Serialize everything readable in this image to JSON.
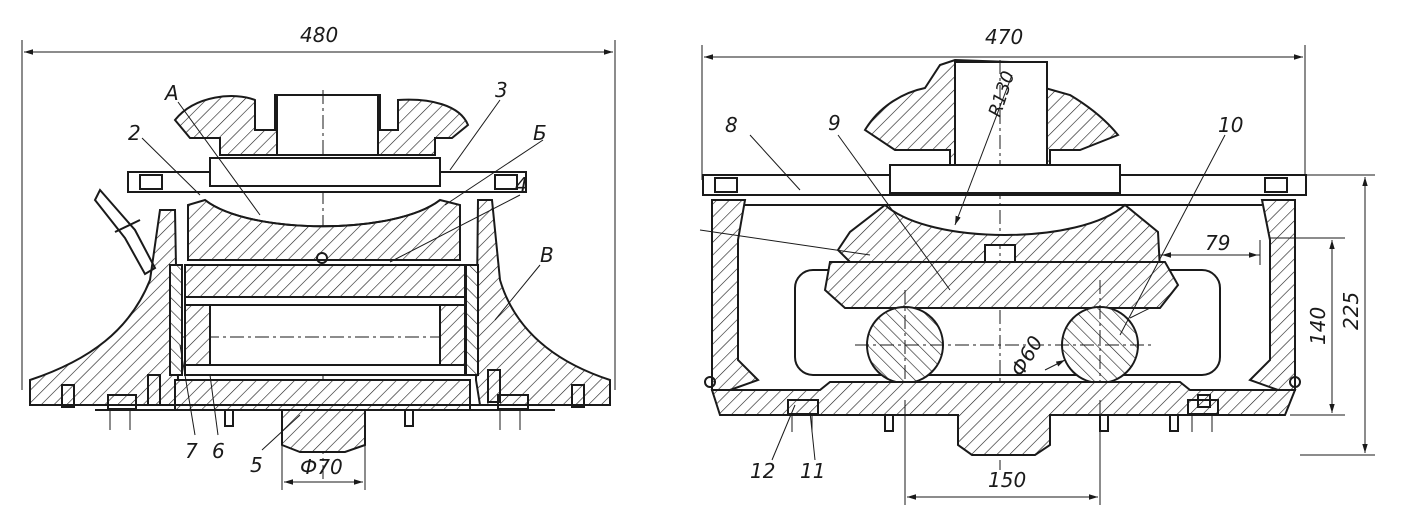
{
  "left_view": {
    "dimensions": {
      "width_overall": "480",
      "bore_diameter": "Ф70"
    },
    "callouts": {
      "A": "A",
      "B_cyr": "Б",
      "V": "В",
      "n2": "2",
      "n3": "3",
      "n4": "4",
      "n5": "5",
      "n6": "6",
      "n7": "7"
    }
  },
  "right_view": {
    "dimensions": {
      "width_overall": "470",
      "radius": "R130",
      "dim_79": "79",
      "dim_140": "140",
      "dim_225": "225",
      "roller_diameter": "Ф60",
      "roller_spacing": "150"
    },
    "callouts": {
      "n8": "8",
      "n9": "9",
      "n10": "10",
      "n11": "11",
      "n12": "12"
    }
  }
}
